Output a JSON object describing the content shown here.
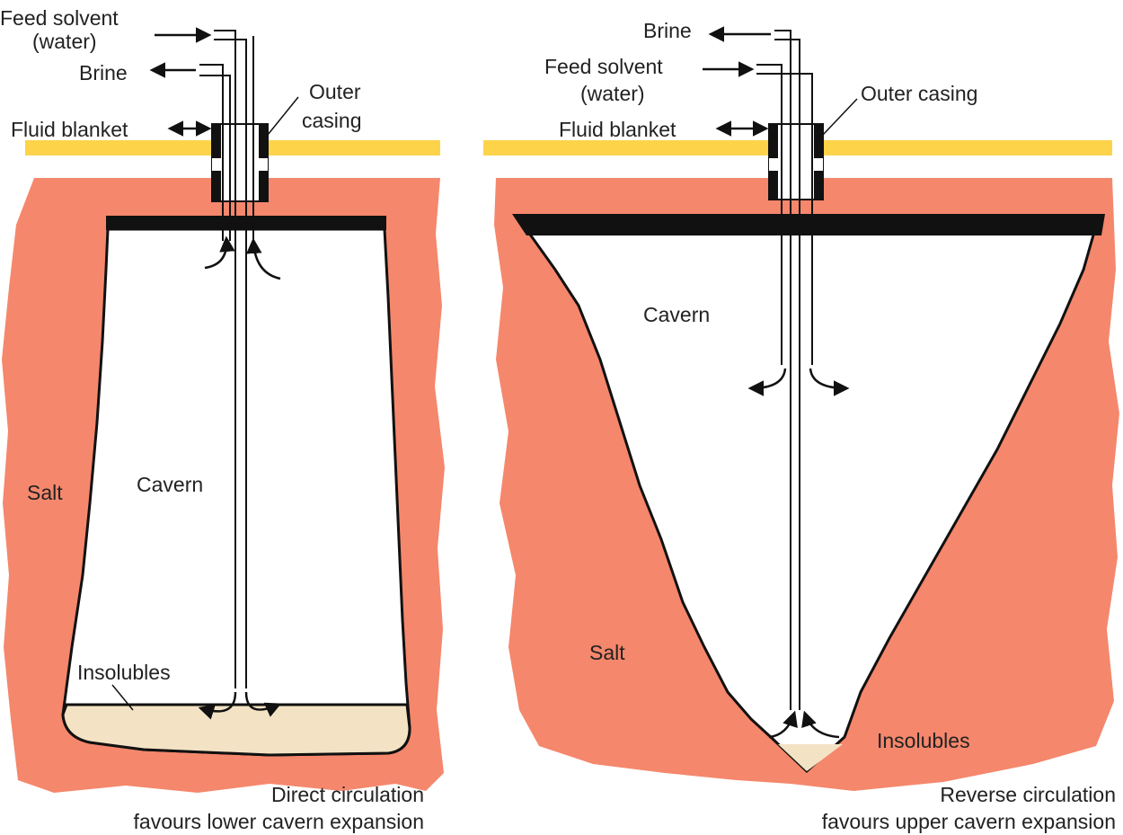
{
  "colors": {
    "salt": "#f5876c",
    "ground": "#fdd34a",
    "insolubles": "#f3e3c4",
    "cavern": "#ffffff",
    "ink": "#111111"
  },
  "left": {
    "feed_solvent_line1": "Feed solvent",
    "feed_solvent_line2": "(water)",
    "brine": "Brine",
    "fluid_blanket": "Fluid blanket",
    "outer_casing_line1": "Outer",
    "outer_casing_line2": "casing",
    "cavern": "Cavern",
    "salt": "Salt",
    "insolubles": "Insolubles",
    "caption_line1": "Direct circulation",
    "caption_line2": "favours lower cavern expansion"
  },
  "right": {
    "brine": "Brine",
    "feed_solvent_line1": "Feed solvent",
    "feed_solvent_line2": "(water)",
    "fluid_blanket": "Fluid blanket",
    "outer_casing": "Outer casing",
    "cavern": "Cavern",
    "salt": "Salt",
    "insolubles": "Insolubles",
    "caption_line1": "Reverse circulation",
    "caption_line2": "favours upper cavern expansion"
  }
}
